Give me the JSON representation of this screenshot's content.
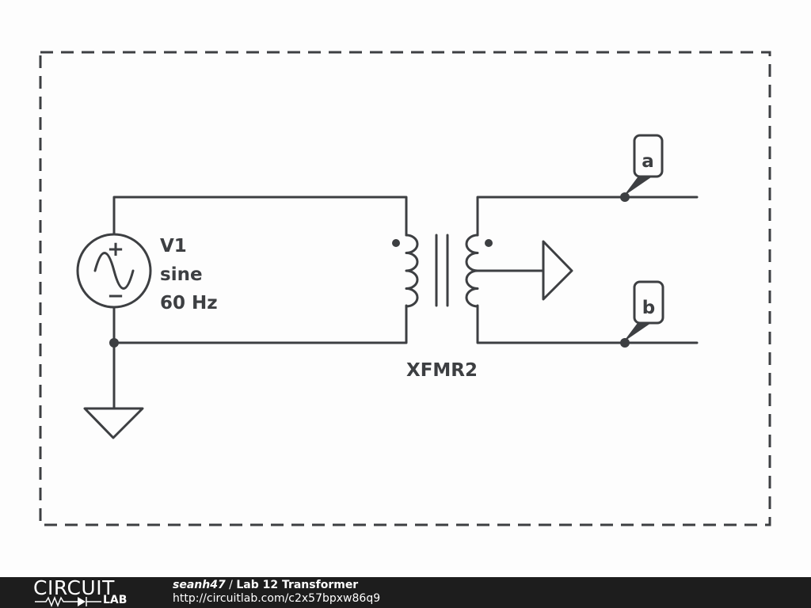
{
  "source": {
    "name": "V1",
    "waveform": "sine",
    "frequency": "60 Hz",
    "plus": "+",
    "minus": "−"
  },
  "transformer": {
    "name": "XFMR2"
  },
  "nodes": {
    "a": "a",
    "b": "b"
  },
  "footer": {
    "logo_top": "CIRCUIT",
    "logo_bottom": "LAB",
    "author": "seanh47",
    "separator": " / ",
    "title": "Lab 12 Transformer",
    "url": "http://circuitlab.com/c2x57bpxw86q9"
  },
  "colors": {
    "stroke": "#3d3f42",
    "background": "#fdfdfd",
    "footer_bg": "#1d1d1d"
  }
}
